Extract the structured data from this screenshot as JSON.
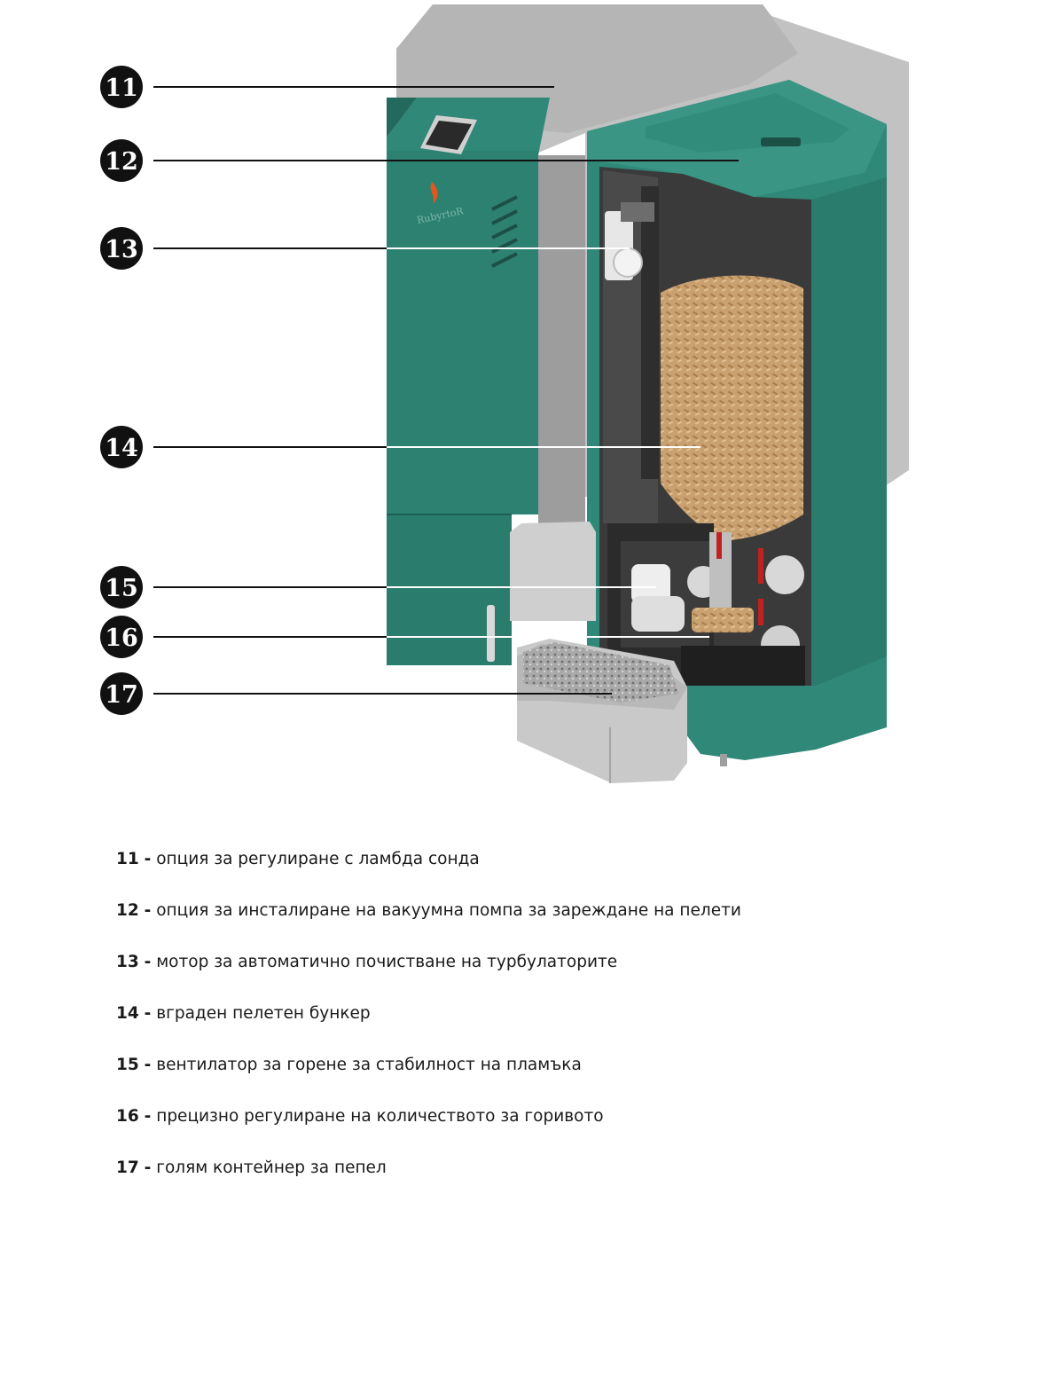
{
  "callouts": [
    "11",
    "12",
    "13",
    "14",
    "15",
    "16",
    "17"
  ],
  "logo": {
    "brand": "RubyrtoR"
  },
  "legend": [
    {
      "num": "11",
      "sep": "-",
      "text": "опция за регулиране с ламбда сонда"
    },
    {
      "num": "12",
      "sep": "-",
      "text": "опция за инсталиране на вакуумна помпа за зареждане на пелети"
    },
    {
      "num": "13",
      "sep": "-",
      "text": "мотор за автоматично почистване на турбулаторите"
    },
    {
      "num": "14",
      "sep": "-",
      "text": "вграден пелетен бункер"
    },
    {
      "num": "15",
      "sep": "-",
      "text": "вентилатор за горене за стабилност на пламъка"
    },
    {
      "num": "16",
      "sep": "-",
      "text": "прецизно регулиране на количеството за горивото"
    },
    {
      "num": "17",
      "sep": "-",
      "text": "голям контейнер за пепел"
    }
  ],
  "colors": {
    "body_green": "#2f8878",
    "body_green_dark": "#236a5d",
    "top_grey": "#bdbdbd",
    "pellet": "#c9a070",
    "callout_bg": "#111111"
  }
}
